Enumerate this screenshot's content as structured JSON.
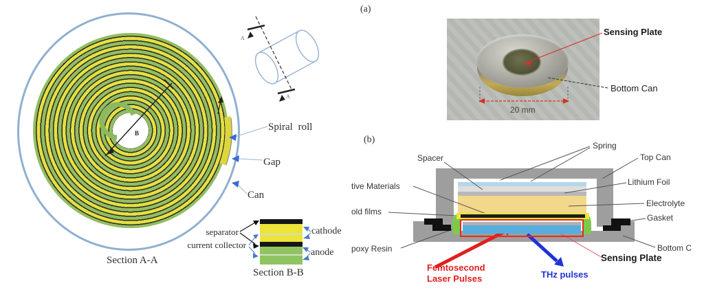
{
  "left": {
    "section_aa": "Section A-A",
    "section_bb": "Section B-B",
    "spiral_roll": "Spiral roll",
    "gap": "Gap",
    "can": "Can",
    "separator": "separator",
    "current_collector": "current collector",
    "cathode": "cathode",
    "anode": "anode",
    "center_marker": "B",
    "section_marker": "A"
  },
  "panel_a": {
    "tag": "(a)",
    "sensing_plate": "Sensing Plate",
    "bottom_can": "Bottom Can",
    "diameter": "20 mm"
  },
  "panel_b": {
    "tag": "(b)",
    "spacer": "Spacer",
    "spring": "Spring",
    "top_can": "Top Can",
    "lithium_foil": "Lithium Foil",
    "electrolyte": "Electrolyte",
    "gasket": "Gasket",
    "bottom_can": "Bottom C",
    "active_materials": "tive Materials",
    "gold_films": "old films",
    "epoxy_resin": "poxy Resin",
    "sensing_plate": "Sensing Plate",
    "femtosecond_line1": "Femtosecond",
    "femtosecond_line2": "Laser Pulses",
    "thz_pulses": "THz pulses"
  },
  "colors": {
    "spiral_yellow": "#e3df45",
    "spiral_green": "#93bd63",
    "can_blue": "#8fb0d0",
    "arrow_blue": "#3b6bd6",
    "laser_red": "#e02020",
    "thz_blue": "#2033d8",
    "electrolyte_tan": "#f3d78a",
    "sensing_plate_blue": "#56aede",
    "epoxy_green": "#7ec94c",
    "gold_film_yellow": "#e8e838",
    "photo_bg_gray": "#b6b9b4"
  }
}
